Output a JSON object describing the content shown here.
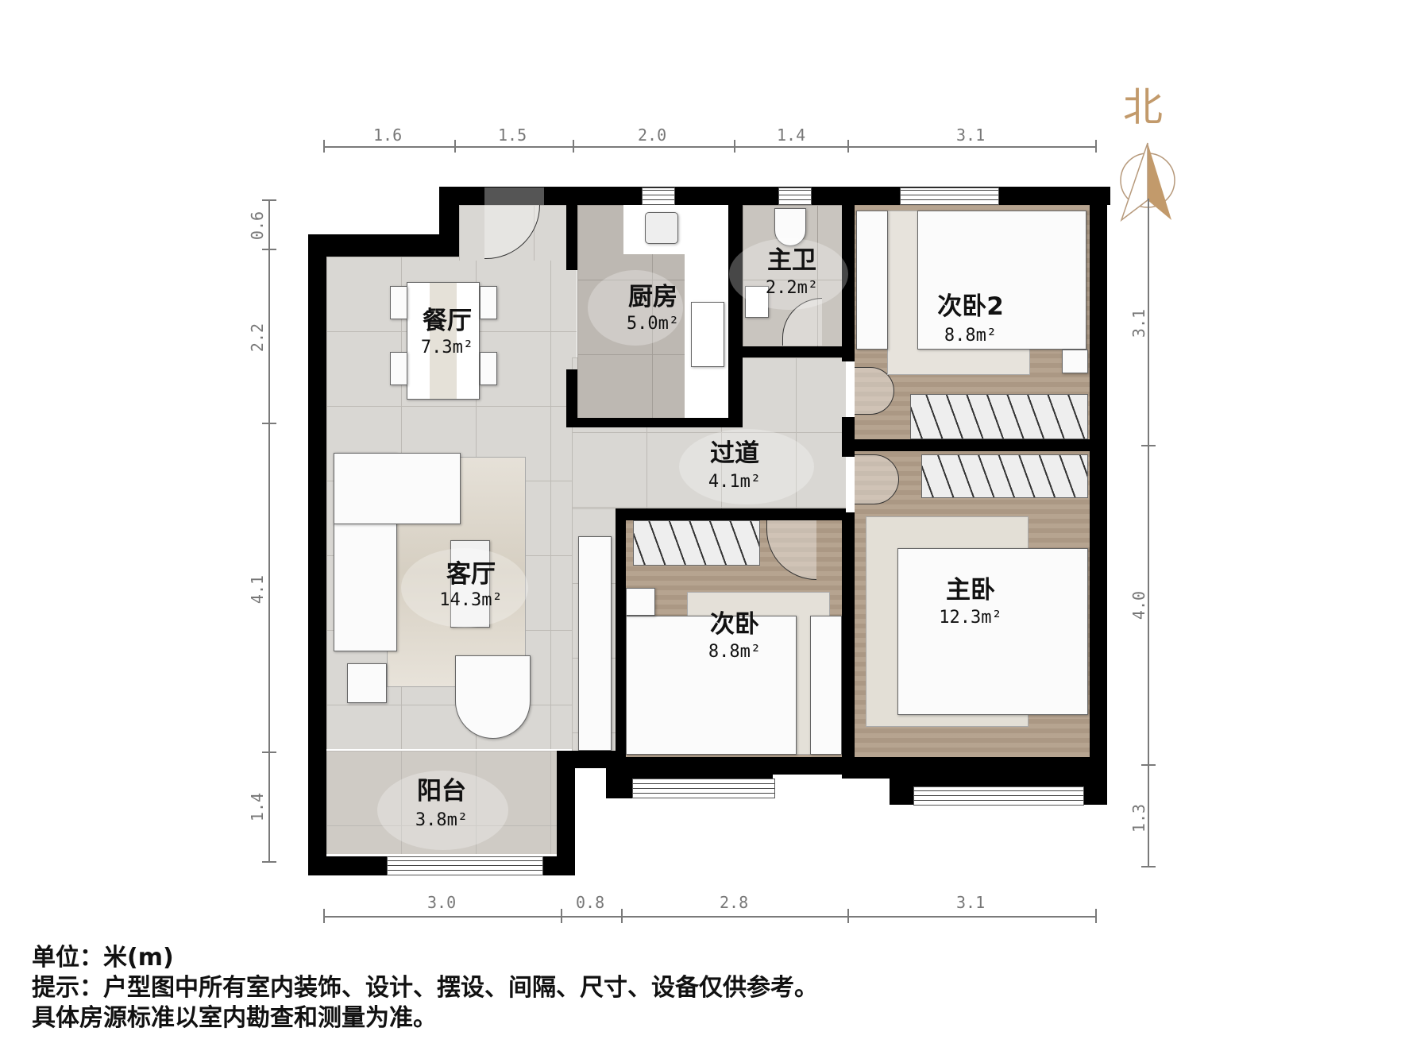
{
  "compass": {
    "label": "北",
    "color": "#c29a6b"
  },
  "dimensions": {
    "top": [
      "1.6",
      "1.5",
      "2.0",
      "1.4",
      "3.1"
    ],
    "bottom": [
      "3.0",
      "0.8",
      "2.8",
      "3.1"
    ],
    "left": [
      "0.6",
      "2.2",
      "4.1",
      "1.4"
    ],
    "right": [
      "3.1",
      "4.0",
      "1.3"
    ]
  },
  "rooms": {
    "dining": {
      "name": "餐厅",
      "area": "7.3m²"
    },
    "kitchen": {
      "name": "厨房",
      "area": "5.0m²"
    },
    "master_bath": {
      "name": "主卫",
      "area": "2.2m²"
    },
    "second_bedroom_2": {
      "name": "次卧2",
      "area": "8.8m²"
    },
    "hallway": {
      "name": "过道",
      "area": "4.1m²"
    },
    "living": {
      "name": "客厅",
      "area": "14.3m²"
    },
    "second_bedroom": {
      "name": "次卧",
      "area": "8.8m²"
    },
    "master_bedroom": {
      "name": "主卧",
      "area": "12.3m²"
    },
    "balcony": {
      "name": "阳台",
      "area": "3.8m²"
    }
  },
  "notes": {
    "unit": "单位：米(m)",
    "tip": "提示：户型图中所有室内装饰、设计、摆设、间隔、尺寸、设备仅供参考。",
    "standard": "具体房源标准以室内勘查和测量为准。"
  },
  "colors": {
    "wall": "#000000",
    "dimension": "#7a7a7a",
    "compass": "#c29a6b"
  }
}
